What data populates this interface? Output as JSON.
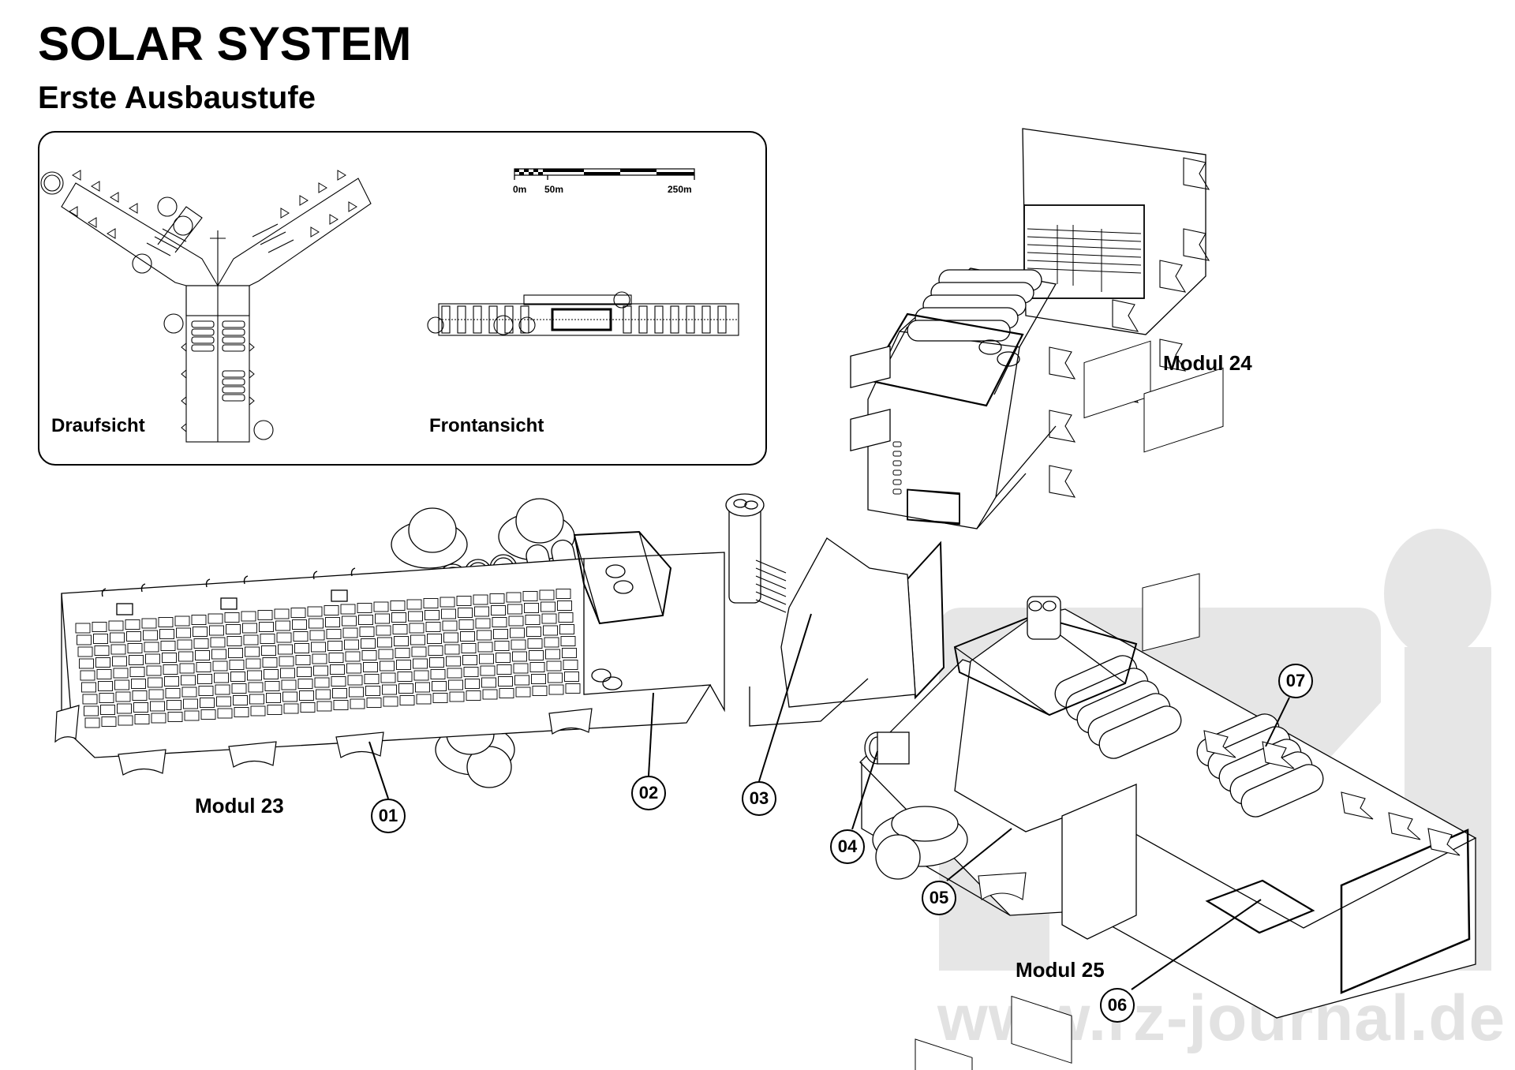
{
  "header": {
    "title": "SOLAR SYSTEM",
    "subtitle": "Erste Ausbaustufe"
  },
  "inset": {
    "top_view_label": "Draufsicht",
    "front_view_label": "Frontansicht",
    "scale_bar": {
      "ticks": [
        "0m",
        "50m",
        "250m"
      ]
    }
  },
  "modules": [
    {
      "id": "modul-23",
      "label": "Modul 23"
    },
    {
      "id": "modul-24",
      "label": "Modul 24"
    },
    {
      "id": "modul-25",
      "label": "Modul 25"
    }
  ],
  "callouts": [
    "01",
    "02",
    "03",
    "04",
    "05",
    "06",
    "07"
  ],
  "watermark": {
    "text": "www.rz-journal.de",
    "logo": "rz-logo",
    "color": "#e2e2e2"
  },
  "colors": {
    "line": "#000000",
    "background": "#ffffff",
    "watermark": "#e2e2e2"
  }
}
